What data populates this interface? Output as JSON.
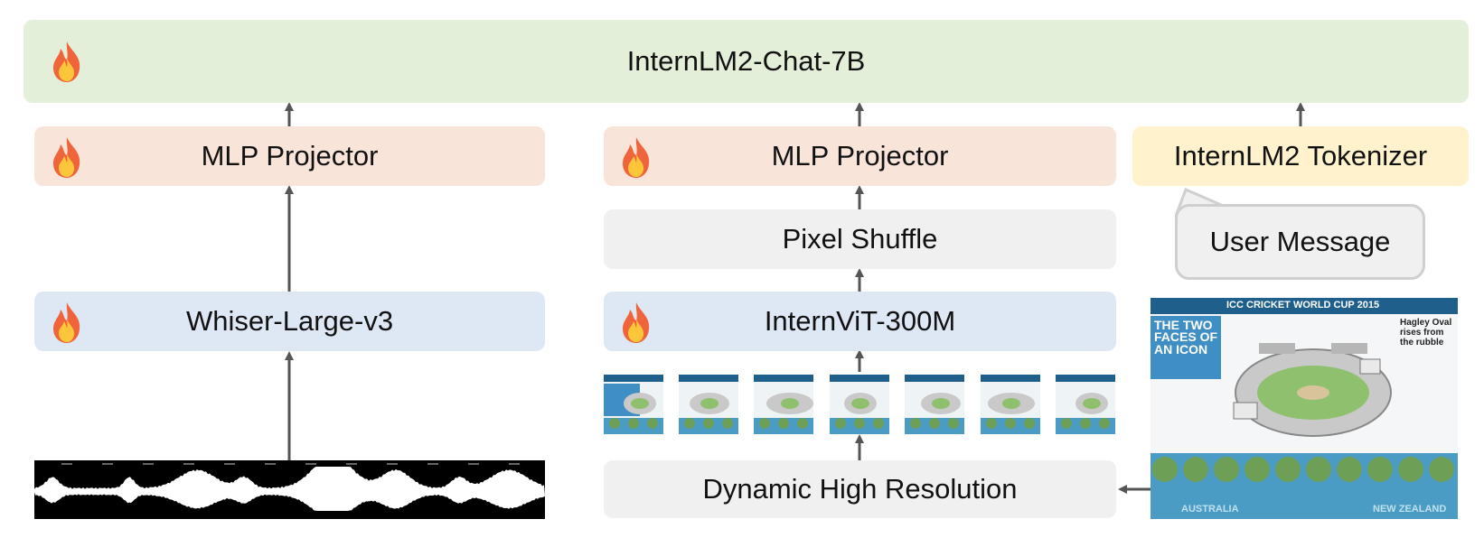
{
  "llm": {
    "label": "InternLM2-Chat-7B"
  },
  "audio_branch": {
    "projector_label": "MLP Projector",
    "encoder_label": "Whiser-Large-v3"
  },
  "vision_branch": {
    "projector_label": "MLP Projector",
    "shuffle_label": "Pixel Shuffle",
    "encoder_label": "InternViT-300M",
    "dynamic_label": "Dynamic High Resolution"
  },
  "text_branch": {
    "tokenizer_label": "InternLM2 Tokenizer",
    "message_label": "User Message"
  },
  "image_input": {
    "headline": "THE TWO FACES OF AN ICON",
    "banner": "ICC CRICKET WORLD CUP 2015",
    "side_title": "Hagley Oval rises from the rubble",
    "footer_left": "AUSTRALIA",
    "footer_right": "NEW ZEALAND"
  },
  "icons": {
    "trainable": "fire-icon"
  },
  "colors": {
    "llm_bg": "#e3efd9",
    "projector_bg": "#f8e4d8",
    "tokenizer_bg": "#fff2cc",
    "encoder_bg": "#dde8f4",
    "neutral_bg": "#f0f0f0",
    "arrow": "#555555"
  }
}
